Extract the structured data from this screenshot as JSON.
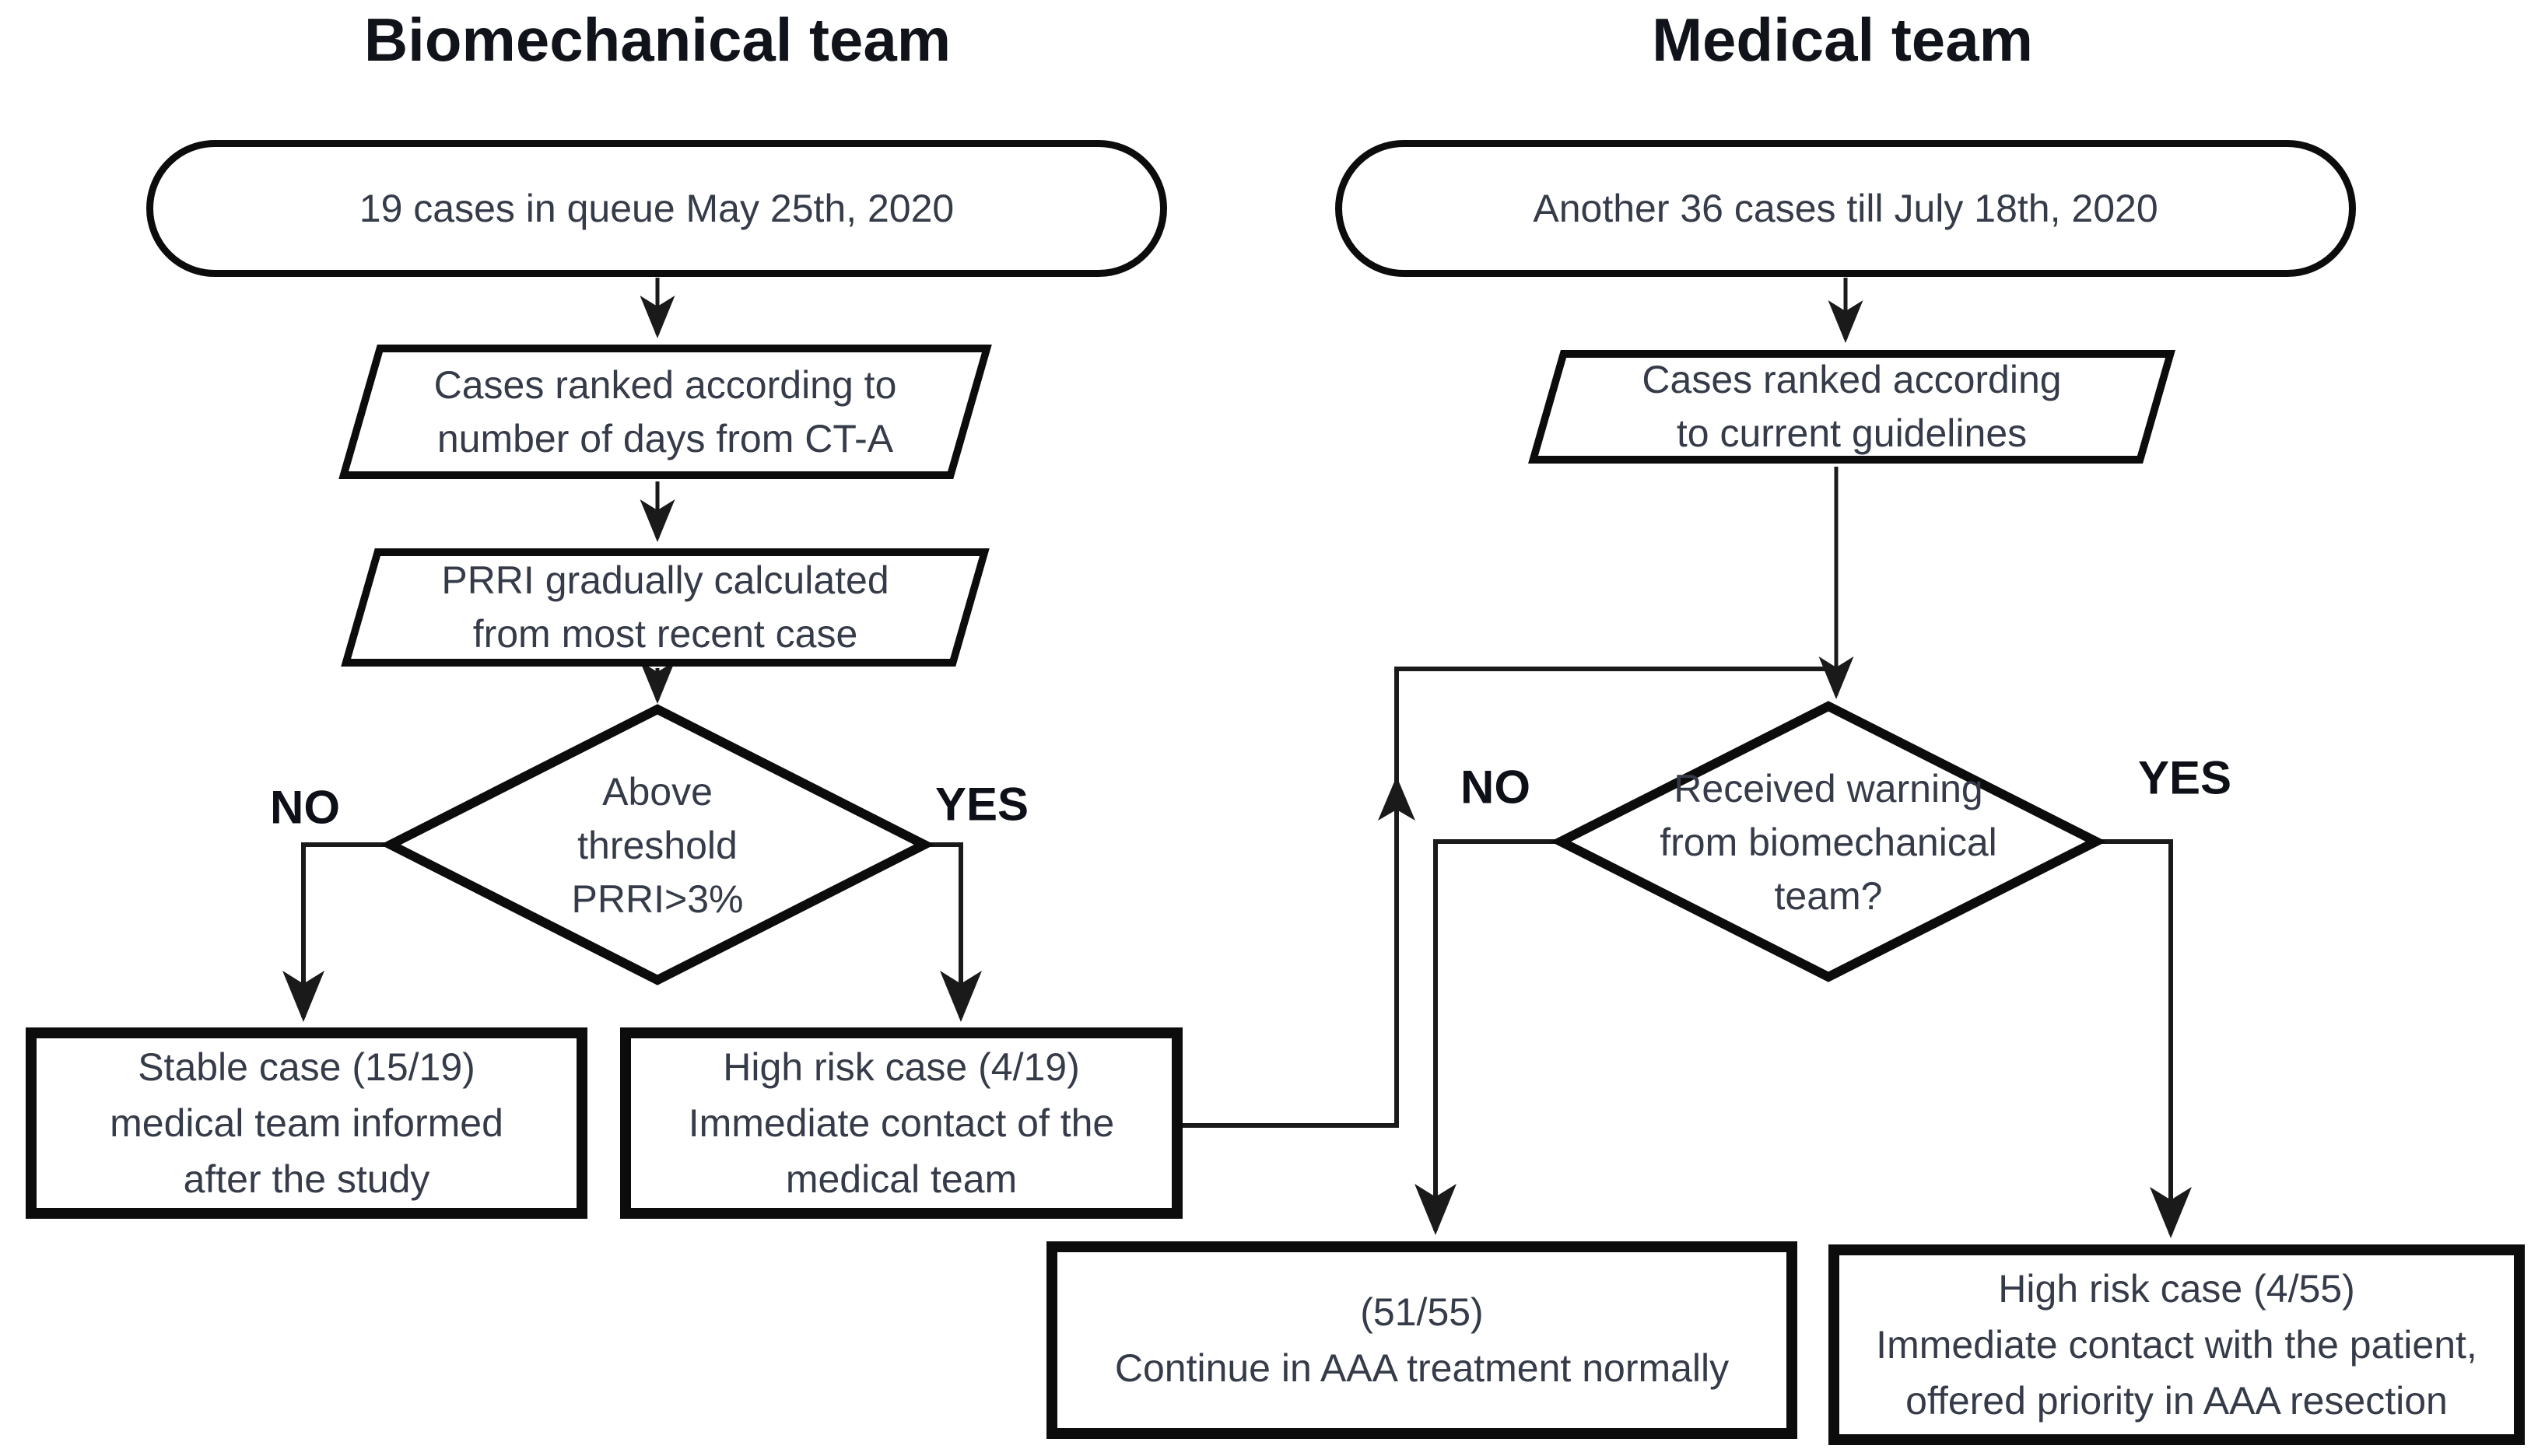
{
  "diagram": {
    "left": {
      "title": "Biomechanical team",
      "start_ellipse": {
        "text": "19 cases in queue May 25th, 2020"
      },
      "rank_step": {
        "lines": [
          "Cases ranked according to",
          "number of days from CT-A"
        ]
      },
      "prri_step": {
        "lines": [
          "PRRI gradually calculated",
          "from most recent case"
        ]
      },
      "decision": {
        "lines": [
          "Above",
          "threshold",
          "PRRI>3%"
        ],
        "no_label": "NO",
        "yes_label": "YES"
      },
      "stable_box": {
        "lines": [
          "Stable case (15/19)",
          "medical team informed",
          "after the study"
        ]
      },
      "high_risk_box": {
        "lines": [
          "High risk case (4/19)",
          "Immediate contact of the",
          "medical team"
        ]
      }
    },
    "right": {
      "title": "Medical team",
      "start_ellipse": {
        "text": "Another 36 cases till July 18th, 2020"
      },
      "rank_step": {
        "lines": [
          "Cases ranked according",
          "to current guidelines"
        ]
      },
      "decision": {
        "lines": [
          "Received warning",
          "from biomechanical",
          "team?"
        ],
        "no_label": "NO",
        "yes_label": "YES"
      },
      "continue_box": {
        "lines": [
          "(51/55)",
          "Continue in AAA treatment normally"
        ]
      },
      "high_risk_box": {
        "lines": [
          "High risk case (4/55)",
          "Immediate contact with the patient,",
          "offered priority in AAA resection"
        ]
      }
    },
    "colors": {
      "shape_border": "#0c0c0c",
      "connector": "#1a1a1a",
      "shape_text": "#353b48",
      "label_text": "#0d1017",
      "background": "#ffffff"
    }
  }
}
